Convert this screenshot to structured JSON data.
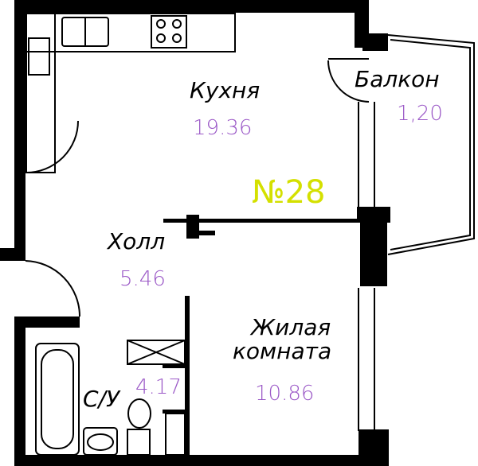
{
  "apartment": {
    "number": "№28"
  },
  "rooms": [
    {
      "id": "kitchen",
      "name": "Кухня",
      "area": "19.36"
    },
    {
      "id": "balcony",
      "name": "Балкон",
      "area": "1,20"
    },
    {
      "id": "hall",
      "name": "Холл",
      "area": "5.46"
    },
    {
      "id": "living",
      "name": "Жилая\nкомната",
      "name_line1": "Жилая",
      "name_line2": "комната",
      "area": "10.86"
    },
    {
      "id": "bathroom",
      "name": "С/У",
      "area": "4.17"
    }
  ],
  "colors": {
    "walls": "#000000",
    "area_text": "#9b59c7",
    "apartment_number": "#d4e000",
    "fixtures": "#000000",
    "background": "#ffffff"
  }
}
